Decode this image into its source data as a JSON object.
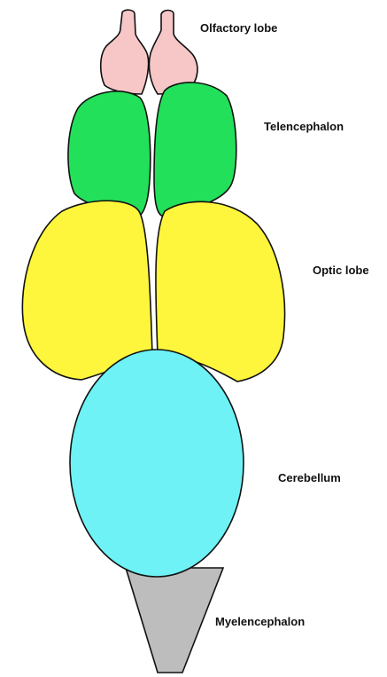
{
  "diagram": {
    "parts": [
      {
        "id": "olfactory-lobe",
        "label": "Olfactory lobe",
        "color": "#f7c6c7"
      },
      {
        "id": "telencephalon",
        "label": "Telencephalon",
        "color": "#22e05a"
      },
      {
        "id": "optic-lobe",
        "label": "Optic lobe",
        "color": "#fdf63c"
      },
      {
        "id": "cerebellum",
        "label": "Cerebellum",
        "color": "#6ef2f5"
      },
      {
        "id": "myelencephalon",
        "label": "Myelencephalon",
        "color": "#bdbdbd"
      }
    ]
  }
}
